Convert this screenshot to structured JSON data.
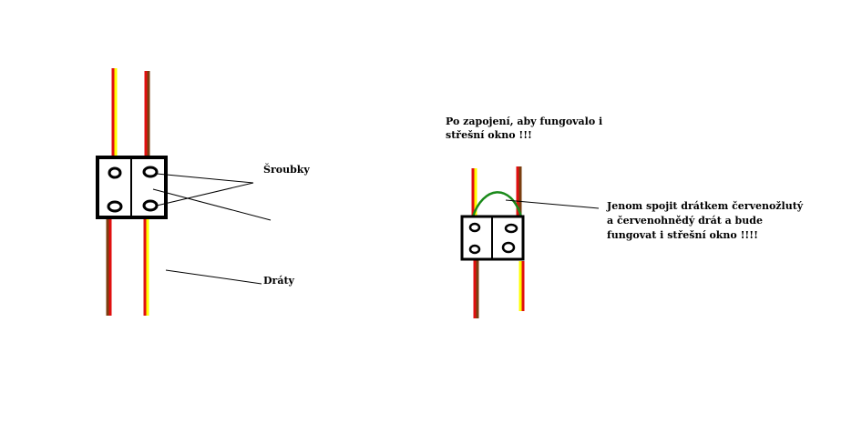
{
  "left": {
    "label_screws": "Šroubky",
    "label_wires": "Dráty"
  },
  "right": {
    "heading_lines": [
      "Po zapojení, aby fungovalo i",
      "střešní okno !!!"
    ],
    "note_lines": [
      "Jenom spojit drátkem červenožlutý",
      "a červenohnědý drát a bude",
      "fungovat i střešní okno !!!!"
    ]
  },
  "colors": {
    "red": "#e01010",
    "yellow": "#ffff00",
    "brown": "#7a3f10",
    "green": "#1a8a1a"
  }
}
